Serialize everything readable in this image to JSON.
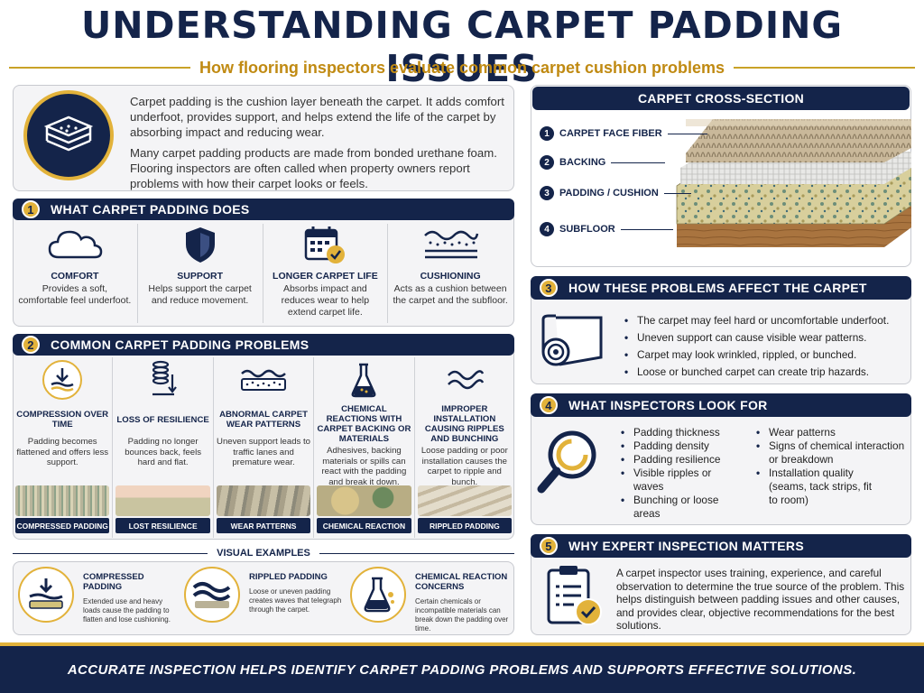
{
  "title": "UNDERSTANDING CARPET PADDING ISSUES",
  "subtitle": "How flooring inspectors evaluate common carpet cushion problems",
  "intro": {
    "p1": "Carpet padding is the cushion layer beneath the carpet. It adds comfort underfoot, provides support, and helps extend the life of the carpet by absorbing impact and reducing wear.",
    "p2": "Many carpet padding products are made from bonded urethane foam. Flooring inspectors are often called when property owners report problems with how their carpet looks or feels."
  },
  "section1": {
    "number": "1",
    "title": "WHAT CARPET PADDING DOES",
    "items": [
      {
        "icon": "cloud-icon",
        "title": "COMFORT",
        "desc": "Provides a soft, comfortable feel underfoot."
      },
      {
        "icon": "shield-icon",
        "title": "SUPPORT",
        "desc": "Helps support the carpet and reduce movement."
      },
      {
        "icon": "calendar-check-icon",
        "title": "LONGER CARPET LIFE",
        "desc": "Absorbs impact and reduces wear to help extend carpet life."
      },
      {
        "icon": "wave-layers-icon",
        "title": "CUSHIONING",
        "desc": "Acts as a cushion between the carpet and the subfloor."
      }
    ]
  },
  "section2": {
    "number": "2",
    "title": "COMMON CARPET PADDING PROBLEMS",
    "items": [
      {
        "icon": "compression-arrow-icon",
        "title": "COMPRESSION OVER TIME",
        "desc": "Padding becomes flattened and offers less support.",
        "caption": "COMPRESSED PADDING"
      },
      {
        "icon": "spring-icon",
        "title": "LOSS OF RESILIENCE",
        "desc": "Padding no longer bounces back, feels hard and flat.",
        "caption": "LOST RESILIENCE"
      },
      {
        "icon": "wear-pattern-icon",
        "title": "ABNORMAL CARPET WEAR PATTERNS",
        "desc": "Uneven support leads to traffic lanes and premature wear.",
        "caption": "WEAR PATTERNS"
      },
      {
        "icon": "flask-icon",
        "title": "CHEMICAL REACTIONS WITH CARPET BACKING OR MATERIALS",
        "desc": "Adhesives, backing materials or spills can react with the padding and break it down.",
        "caption": "CHEMICAL REACTION"
      },
      {
        "icon": "ripple-icon",
        "title": "IMPROPER INSTALLATION CAUSING RIPPLES AND BUNCHING",
        "desc": "Loose padding or poor installation causes the carpet to ripple and bunch.",
        "caption": "RIPPLED PADDING"
      }
    ]
  },
  "visual_examples": {
    "label": "VISUAL EXAMPLES",
    "items": [
      {
        "icon": "compressed-padding-icon",
        "title": "COMPRESSED PADDING",
        "desc": "Extended use and heavy loads cause the padding to flatten and lose cushioning."
      },
      {
        "icon": "rippled-padding-icon",
        "title": "RIPPLED PADDING",
        "desc": "Loose or uneven padding creates waves that telegraph through the carpet."
      },
      {
        "icon": "chemical-flask-icon",
        "title": "CHEMICAL REACTION CONCERNS",
        "desc": "Certain chemicals or incompatible materials can break down the padding over time."
      }
    ]
  },
  "cross_section": {
    "title": "CARPET CROSS-SECTION",
    "layers": [
      {
        "number": "1",
        "label": "CARPET FACE FIBER"
      },
      {
        "number": "2",
        "label": "BACKING"
      },
      {
        "number": "3",
        "label": "PADDING / CUSHION"
      },
      {
        "number": "4",
        "label": "SUBFLOOR"
      }
    ]
  },
  "section3": {
    "number": "3",
    "title": "HOW THESE PROBLEMS AFFECT THE CARPET",
    "bullets": [
      "The carpet may feel hard or uncomfortable underfoot.",
      "Uneven support can cause visible wear patterns.",
      "Carpet may look wrinkled, rippled, or bunched.",
      "Loose or bunched carpet can create trip hazards."
    ]
  },
  "section4": {
    "number": "4",
    "title": "WHAT INSPECTORS LOOK FOR",
    "col1": [
      "Padding thickness",
      "Padding density",
      "Padding resilience",
      "Visible ripples or waves",
      "Bunching or loose areas"
    ],
    "col2": [
      "Wear patterns",
      "Signs of chemical interaction or breakdown",
      "Installation quality (seams, tack strips, fit to room)"
    ]
  },
  "section5": {
    "number": "5",
    "title": "WHY EXPERT INSPECTION MATTERS",
    "text": "A carpet inspector uses training, experience, and careful observation to determine the true source of the problem. This helps distinguish between padding issues and other causes, and provides clear, objective recommendations for the best solutions."
  },
  "footer": "ACCURATE INSPECTION HELPS IDENTIFY CARPET PADDING PROBLEMS AND SUPPORTS EFFECTIVE SOLUTIONS.",
  "colors": {
    "navy": "#14244a",
    "gold": "#e2b23a"
  }
}
